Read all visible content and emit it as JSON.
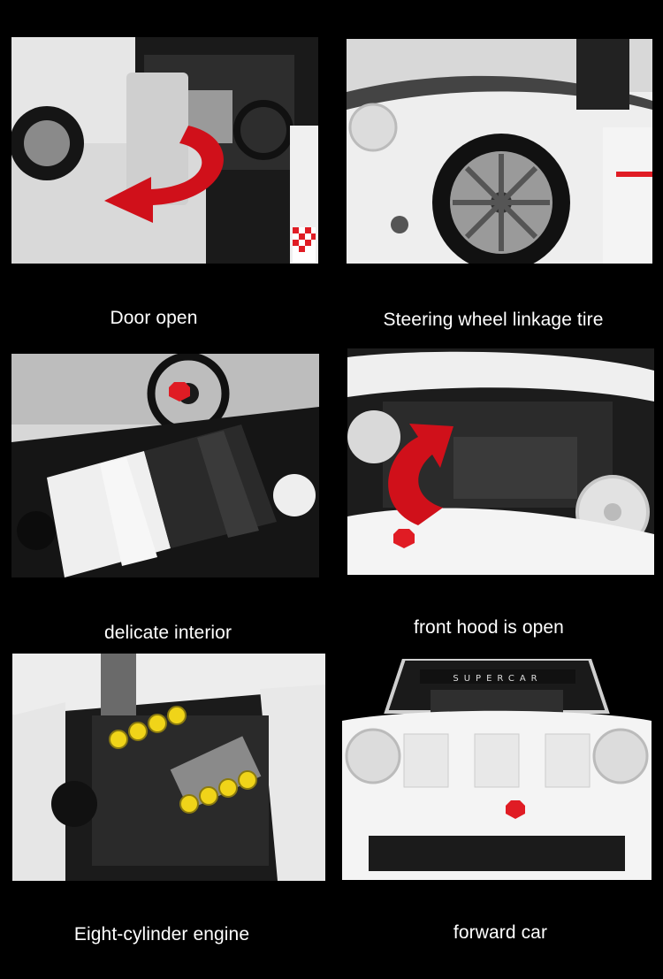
{
  "captions": {
    "door": "Door open",
    "steering": "Steering wheel linkage tire",
    "interior": "delicate interior",
    "hood": "front hood is open",
    "engine": "Eight-cylinder engine",
    "forward": "forward car"
  },
  "badge_text": "SUPERCAR",
  "colors": {
    "arrow_red": "#d0101a",
    "white_body": "#f2f2f2",
    "dark_part": "#1b1b1b",
    "engine_yellow": "#f0d419",
    "accent_red": "#e01c24"
  }
}
